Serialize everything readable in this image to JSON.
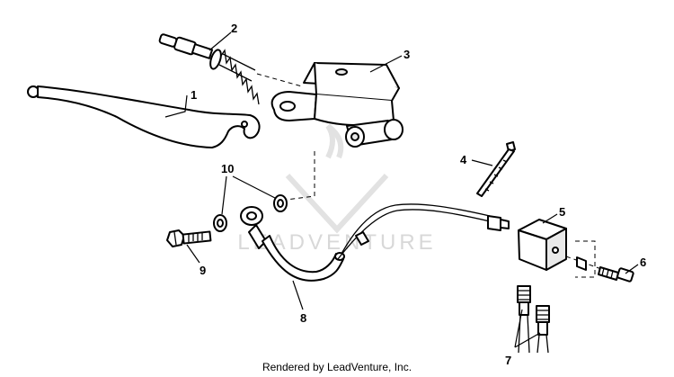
{
  "watermark": {
    "text": "LEADVENTURE"
  },
  "callouts": [
    "1",
    "2",
    "3",
    "4",
    "5",
    "6",
    "7",
    "8",
    "9",
    "10"
  ],
  "footer": {
    "text": "Rendered by LeadVenture, Inc."
  },
  "colors": {
    "line": "#000000",
    "background": "#ffffff",
    "watermark": "#d8d8d8"
  }
}
